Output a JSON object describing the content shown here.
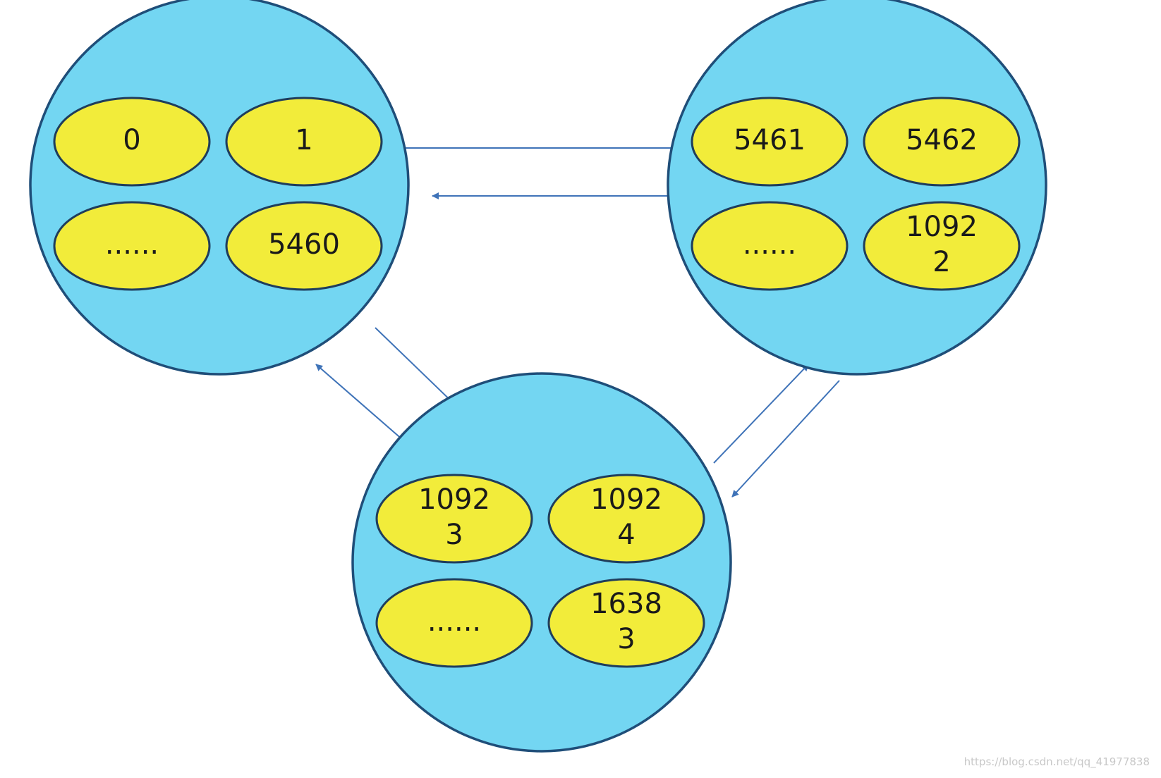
{
  "colors": {
    "node_fill": "#73d6f2",
    "slot_fill": "#f2ec3a",
    "arrow": "#3f73b8"
  },
  "nodes": [
    {
      "id": "node-a",
      "slots": [
        {
          "lines": [
            "0"
          ]
        },
        {
          "lines": [
            "1"
          ]
        },
        {
          "lines": [
            "......"
          ]
        },
        {
          "lines": [
            "5460"
          ]
        }
      ]
    },
    {
      "id": "node-b",
      "slots": [
        {
          "lines": [
            "5461"
          ]
        },
        {
          "lines": [
            "5462"
          ]
        },
        {
          "lines": [
            "......"
          ]
        },
        {
          "lines": [
            "1092",
            "2"
          ]
        }
      ]
    },
    {
      "id": "node-c",
      "slots": [
        {
          "lines": [
            "1092",
            "3"
          ]
        },
        {
          "lines": [
            "1092",
            "4"
          ]
        },
        {
          "lines": [
            "......"
          ]
        },
        {
          "lines": [
            "1638",
            "3"
          ]
        }
      ]
    }
  ],
  "watermark": "https://blog.csdn.net/qq_41977838"
}
